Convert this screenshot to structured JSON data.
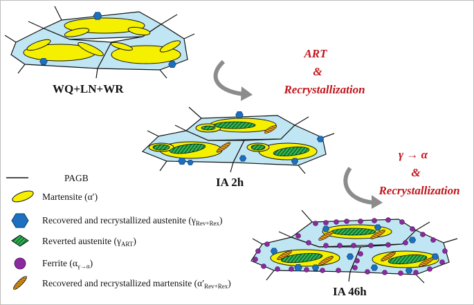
{
  "stages": {
    "s1": "WQ+LN+WR",
    "s2": "IA 2h",
    "s3": "IA 46h"
  },
  "transitions": {
    "t1": {
      "l1": "ART",
      "l2": "&",
      "l3": "Recrystallization"
    },
    "t2": {
      "l1": "γ → α",
      "l2": "&",
      "l3": "Recrystallization"
    }
  },
  "legend": {
    "pagb": "PAGB",
    "martensite": {
      "text": "Martensite (α′)"
    },
    "recovered_austenite": {
      "text": "Recovered and recrystallized austenite (γ",
      "sub": "Rev+Rex",
      "tail": ")"
    },
    "reverted_austenite": {
      "text": "Reverted austenite (γ",
      "sub": "ART",
      "tail": ")"
    },
    "ferrite": {
      "text": "Ferrite (α",
      "sub": "γ→α",
      "tail": ")"
    },
    "recovered_martensite": {
      "text": "Recovered and recrystallized martensite (α′",
      "sub": "Rev+Rex",
      "tail": ")"
    }
  },
  "colors": {
    "grain": "#bfe6f2",
    "martensite": "#f5f000",
    "austenite": "#1d6fbf",
    "reverted": "#1a9a3c",
    "ferrite": "#8a2a9e",
    "rec_martensite": "#d98c1a",
    "transition_text": "#c0161c",
    "arrow": "#8c8c8c"
  }
}
